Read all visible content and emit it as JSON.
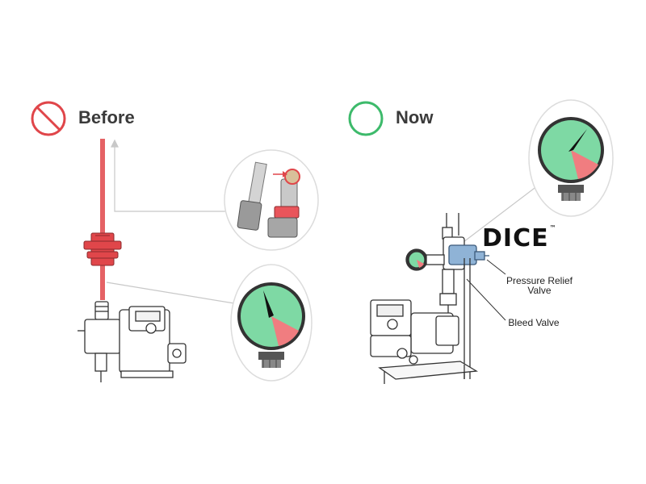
{
  "before": {
    "title": "Before",
    "icon": "prohibited-icon",
    "icon_color": "#e0464a"
  },
  "now": {
    "title": "Now",
    "icon": "circle-ok-icon",
    "icon_color": "#3dba6b"
  },
  "brand": {
    "name": "DICE",
    "mark": "™"
  },
  "labels": {
    "pressure_relief_line1": "Pressure Relief",
    "pressure_relief_line2": "Valve",
    "bleed_valve": "Bleed Valve"
  },
  "colors": {
    "highlight_red": "#e0464a",
    "gauge_green": "#7ed9a4",
    "gauge_red": "#f07d80",
    "valve_blue": "#8fb3d6"
  }
}
